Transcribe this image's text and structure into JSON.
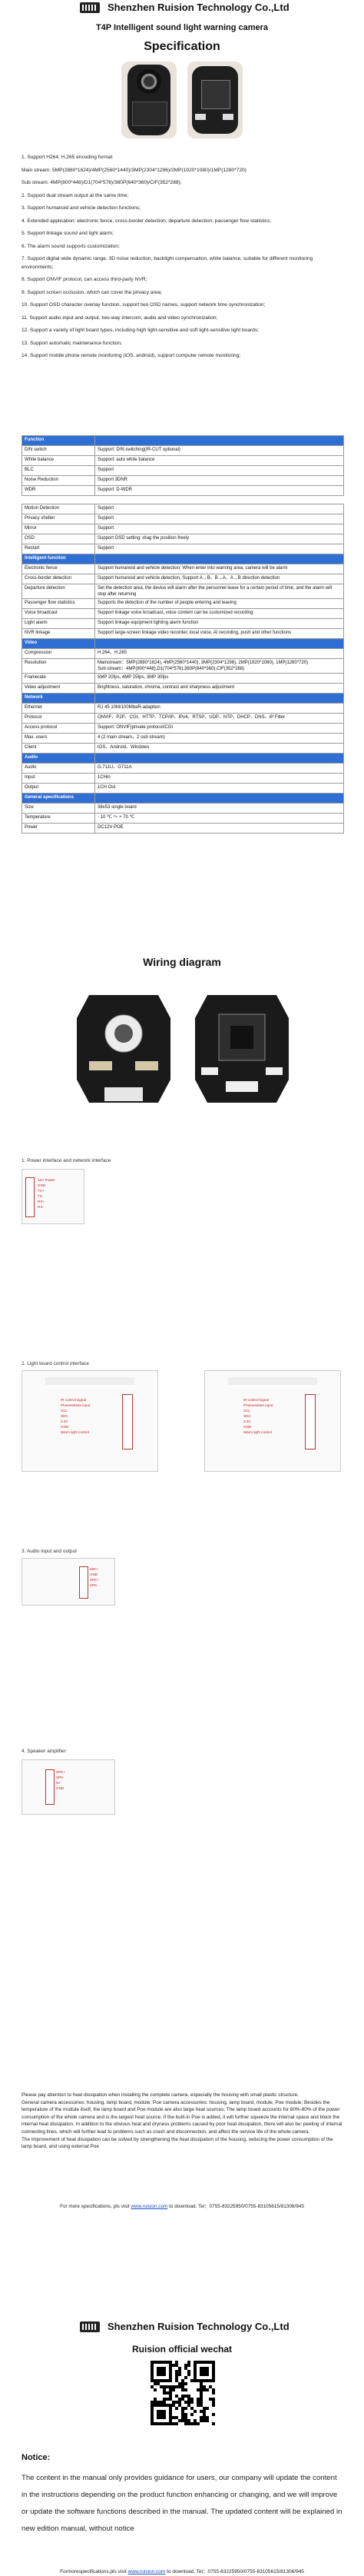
{
  "header": {
    "company": "Shenzhen Ruision Technology Co.,Ltd",
    "product_title": "T4P Intelligent sound light warning camera",
    "section": "Specification"
  },
  "features": [
    "1. Support H264, H.265 encoding format",
    "Main stream: 5MP(2880*1624)/4MP(2560*1440)/3MP(2304*1296)/2MP(1920*1080)/1MP(1280*720)",
    "Sub stream: 4MP(800*448)/D1(704*576)/360P(640*360)/CIF(352*288);",
    "2. Support dual stream output at the same time;",
    "3. Support humanoid and vehicle detection functions;",
    "4. Extended application: electronic fence, cross-border detection, departure detection; passenger flow statistics;",
    "5. Support linkage sound and light alarm;",
    "6. The alarm sound supports customization;",
    "7. Support digital wide dynamic range, 3D noise reduction, backlight compensation, white balance, suitable for different monitoring environments;",
    "8. Support ONVIF protocol, can access third-party NVR;",
    "9. Support screen occlusion, which can cover the privacy area;",
    "10. Support OSD character overlay function, support two OSD names, support network time synchronization;",
    "11. Support audio input and output, two-way intercom, audio and video synchronization;",
    "12. Support a variety of light board types, including high light-sensitive and soft light-sensitive light boards;",
    "13. Support automatic maintenance function;",
    "14. Support mobile phone remote monitoring (iOS, android), support computer remote monitoring;"
  ],
  "table": [
    {
      "type": "sec",
      "k": "Function",
      "v": ""
    },
    {
      "k": "D/N switch",
      "v": "Support: D/N switching(IR-CUT optional)"
    },
    {
      "k": "White balance",
      "v": "Support: auto white balance"
    },
    {
      "k": "BLC",
      "v": "Support"
    },
    {
      "k": "Noise Reduction",
      "v": "Support 3DNR"
    },
    {
      "k": "WDR",
      "v": "Support: D-WDR"
    },
    {
      "type": "gap"
    },
    {
      "k": "Motion Detection",
      "v": "Support"
    },
    {
      "k": "Privacy shelter",
      "v": "Support"
    },
    {
      "k": "Mirror",
      "v": "Support"
    },
    {
      "k": "OSD",
      "v": "Support OSD setting: drag the position freely"
    },
    {
      "k": "Restart",
      "v": "Support"
    },
    {
      "type": "sec",
      "k": "Intelligent function",
      "v": ""
    },
    {
      "k": "Electronic fence",
      "v": "Support humanoid and vehicle detection; When enter into warning area, camera will be alarm"
    },
    {
      "k": "Cross-border detection",
      "v": "Support humanoid and vehicle detection, Support A→B、B→A、A→B direction detection"
    },
    {
      "k": "Departure detection",
      "v": "Set the detection area, the device will alarm after the personnel leave for a certain period of time, and the alarm will stop after returning"
    },
    {
      "k": "Passenger flow statistics",
      "v": "Supports the detection of the number of people entering and leaving"
    },
    {
      "k": "Voice broadcast",
      "v": "Support linkage voice broadcast, voice content can be customized recording"
    },
    {
      "k": "Light alarm",
      "v": "Support linkage equipment lighting alarm function"
    },
    {
      "k": "NVR linkage",
      "v": "Support large-screen linkage video recorder, local voice, AI recording, push and other functions"
    },
    {
      "type": "sec",
      "k": "Video",
      "v": ""
    },
    {
      "k": "Compression",
      "v": "H.264、H.265"
    },
    {
      "k": "Resolution",
      "v": "Mainstream：5MP(2880*1624), 4MP(2560*1440), 3MP(2304*1296), 2MP(1920*1080), 1MP(1280*720)\nSub-stream：4MP(800*448),D1(704*576),360P(640*360),CIF(352*288)"
    },
    {
      "k": "Framerate",
      "v": "5MP 20fps, 4MP 25fps, 3MP 30fps"
    },
    {
      "k": "Video adjustment",
      "v": "Brightness, saturation, chroma, contrast and sharpness adjustment"
    },
    {
      "type": "sec",
      "k": "Network",
      "v": ""
    },
    {
      "k": "Ethernet",
      "v": "RJ 45 10M/100MbaR-adaption"
    },
    {
      "k": "Protocol",
      "v": "ONVIF、P2P、CGI、HTTP、TCP/IP、IPv4、RTSP、UDP、NTP、DHCP、DNS、IP Filter"
    },
    {
      "k": "Access protocol",
      "v": "Support: ONVIF(private protocol/CGI"
    },
    {
      "k": "Max. users",
      "v": "4 (2 main stream，2 sub stream)"
    },
    {
      "k": "Client",
      "v": "IOS、Android、Windows"
    },
    {
      "type": "sec",
      "k": "Audio",
      "v": ""
    },
    {
      "k": "Audio",
      "v": "G.711U、G711A"
    },
    {
      "k": "Input",
      "v": "1CHin"
    },
    {
      "k": "Output",
      "v": "1CH Out"
    },
    {
      "type": "sec",
      "k": "General specifications",
      "v": ""
    },
    {
      "k": "Size",
      "v": "38x53 single board"
    },
    {
      "k": "Temperature",
      "v": "- 10 ℃ ～ + 70 ℃"
    },
    {
      "k": "Power",
      "v": "DC12V POE"
    }
  ],
  "wiring": {
    "title": "Wiring diagram",
    "sub1": "1. Power interface and network interface",
    "sub2": "2. Light board control interface",
    "sub3": "3. Audio input and output",
    "sub4": "4. Speaker amplifier",
    "labels1": [
      "12V Power",
      "GND",
      "TX+",
      "TX-",
      "RX+",
      "RX-"
    ],
    "labels2": [
      "IR control signal",
      "Photoresistor input",
      "SCL",
      "SDA",
      "3.3V",
      "GND",
      "Warm light control"
    ],
    "labels3": [
      "MIC+",
      "GND",
      "SPK+",
      "SPK-"
    ],
    "labels4": [
      "SPK+",
      "SPK-",
      "5V",
      "GND"
    ]
  },
  "paragraph": [
    "Please pay attention to heat dissipation when installing the complete camera, especially the housing with small plastic structure.",
    "General camera accessories: housing, lamp board, module; Poe camera accessories: housing, lamp board, module, Poe module; Besides the temperature of the module itself, the lamp board and Poe module are also large heat sources; The lamp board accounts for 60%-80% of the power consumption of the whole camera and is the largest heat source. If the built-in Poe is added, it will further squeeze the internal space and block the internal heat dissipation. In addition to the obvious heat and dryness problems caused by poor heat dissipation, there will also be: peeling of internal connecting lines, which will further lead to problems such as crash and disconnection, and affect the service life of the whole camera.",
    "The improvement of heat dissipation can be solved by strengthening the heat dissipation of the housing, reducing the power consumption of the lamp board, and using external Poe"
  ],
  "more_info": {
    "prefix": "For more specifications, pls visit ",
    "link": "www.ruision.com",
    "suffix": " to download.   Tel：0755-83225950/0755-83105615/81306/945"
  },
  "wechat": {
    "company": "Shenzhen Ruision Technology Co.,Ltd",
    "title": "Ruision official wechat"
  },
  "notice": {
    "heading": "Notice:",
    "body": "The content in the manual only provides guidance for users, our company will update the content in the instructions depending on the product function enhancing or changing, and we will improve or update the software functions described in the manual. The updated content will be explained in new edition manual, without notice"
  },
  "footer": {
    "prefix": "Formorespecifications,pls visit ",
    "link": "www.ruision.com",
    "suffix": " to download.  Tel：0755-83225950/0755-83105615/81306/945"
  }
}
